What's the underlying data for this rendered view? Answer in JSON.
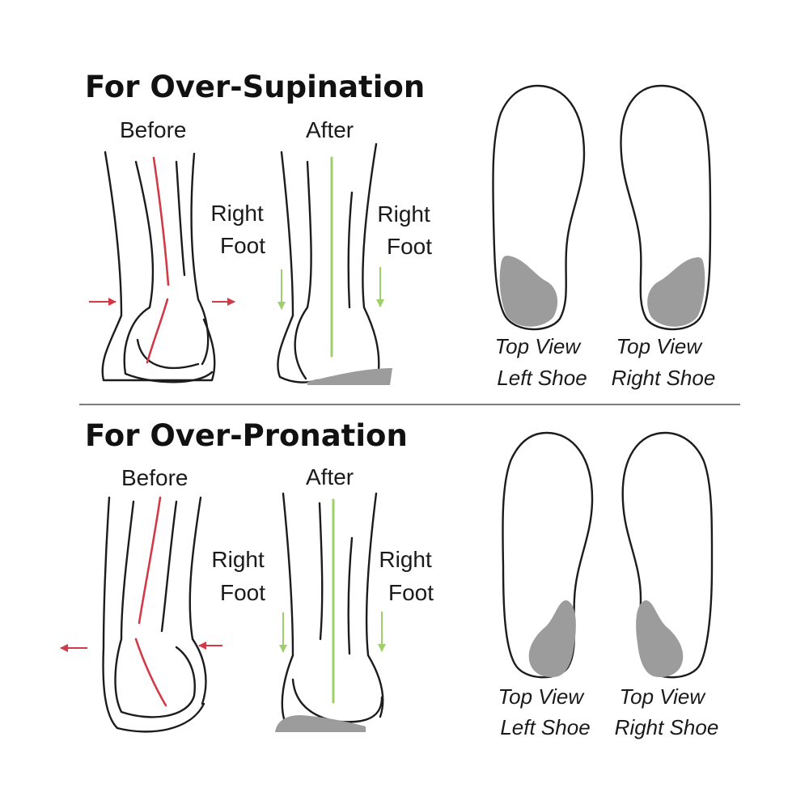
{
  "sections": {
    "supination": {
      "title": "For Over-Supination",
      "before_label": "Before",
      "after_label": "After",
      "before_foot_label": [
        "Right",
        "Foot"
      ],
      "after_foot_label": [
        "Right",
        "Foot"
      ],
      "left_shoe_caption": [
        "Top View",
        "Left Shoe"
      ],
      "right_shoe_caption": [
        "Top View",
        "Right Shoe"
      ]
    },
    "pronation": {
      "title": "For Over-Pronation",
      "before_label": "Before",
      "after_label": "After",
      "before_foot_label": [
        "Right",
        "Foot"
      ],
      "after_foot_label": [
        "Right",
        "Foot"
      ],
      "left_shoe_caption": [
        "Top View",
        "Left Shoe"
      ],
      "right_shoe_caption": [
        "Top View",
        "Right Shoe"
      ]
    }
  },
  "colors": {
    "alignment_red": "#d23a48",
    "alignment_green": "#9fcf6a",
    "insert_gray": "#9c9c9c",
    "outline": "#1c1c1c"
  },
  "icons": {
    "force_arrow": "red-arrow-icon",
    "weight_arrow": "green-down-arrow-icon"
  }
}
